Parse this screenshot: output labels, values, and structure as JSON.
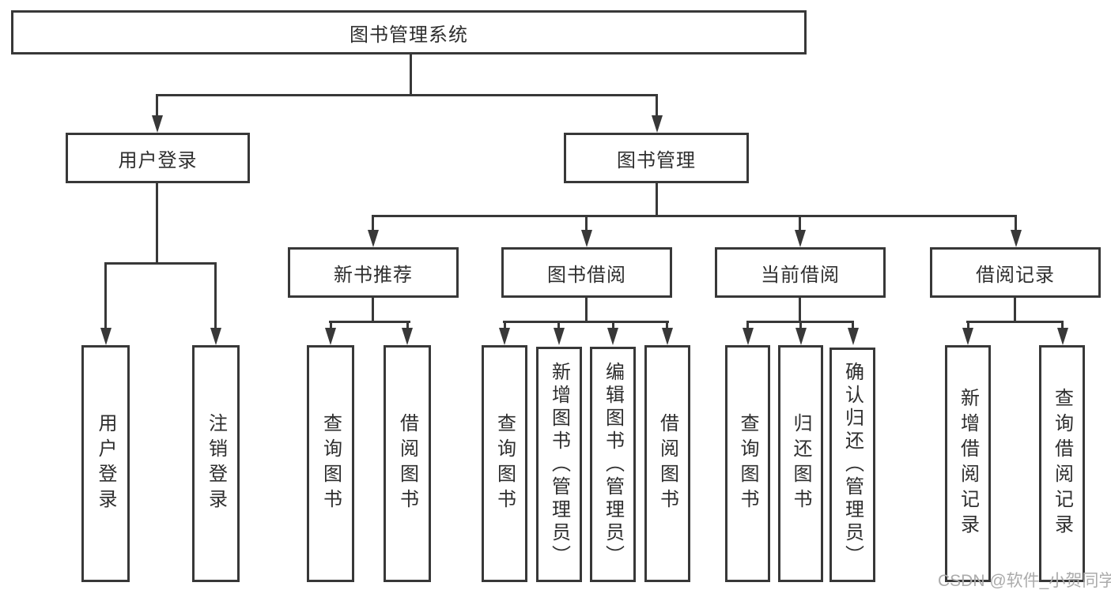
{
  "tree": {
    "root": {
      "label": "图书管理系统",
      "children": [
        {
          "label": "用户登录",
          "children": [
            {
              "label": "用户登录"
            },
            {
              "label": "注销登录"
            }
          ]
        },
        {
          "label": "图书管理",
          "children": [
            {
              "label": "新书推荐",
              "children": [
                {
                  "label": "查询图书"
                },
                {
                  "label": "借阅图书"
                }
              ]
            },
            {
              "label": "图书借阅",
              "children": [
                {
                  "label": "查询图书"
                },
                {
                  "label": "新增图书（管理员）"
                },
                {
                  "label": "编辑图书（管理员）"
                },
                {
                  "label": "借阅图书"
                }
              ]
            },
            {
              "label": "当前借阅",
              "children": [
                {
                  "label": "查询图书"
                },
                {
                  "label": "归还图书"
                },
                {
                  "label": "确认归还（管理员）"
                }
              ]
            },
            {
              "label": "借阅记录",
              "children": [
                {
                  "label": "新增借阅记录"
                },
                {
                  "label": "查询借阅记录"
                }
              ]
            }
          ]
        }
      ]
    }
  },
  "watermark": {
    "text": "CSDN @软件_小贺同学"
  },
  "colors": {
    "line": "#383838",
    "text": "#2e2e2e",
    "background": "#ffffff",
    "watermark": "#ababab"
  }
}
